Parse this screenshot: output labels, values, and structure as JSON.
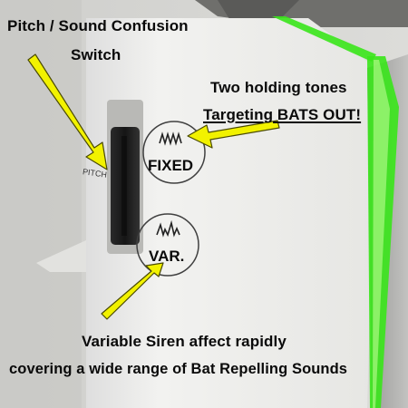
{
  "annotations": {
    "switch_title_line1": "Pitch / Sound Confusion",
    "switch_title_line2": "Switch",
    "tones_line1": "Two holding tones",
    "tones_line2": "Targeting BATS OUT!",
    "siren_line1": "Variable Siren affect rapidly",
    "siren_line2": "covering a wide range of Bat Repelling Sounds"
  },
  "device": {
    "pitch_label": "PITCH",
    "fixed_label": "FIXED",
    "var_label": "VAR."
  },
  "colors": {
    "arrow_fill": "#f2f200",
    "arrow_stroke": "#4a4a00",
    "neon_green": "#39e61a",
    "housing": "#ebebe8",
    "switch": "#1c1c1c"
  },
  "icons": [
    "fixed-waveform-icon",
    "variable-waveform-icon"
  ]
}
